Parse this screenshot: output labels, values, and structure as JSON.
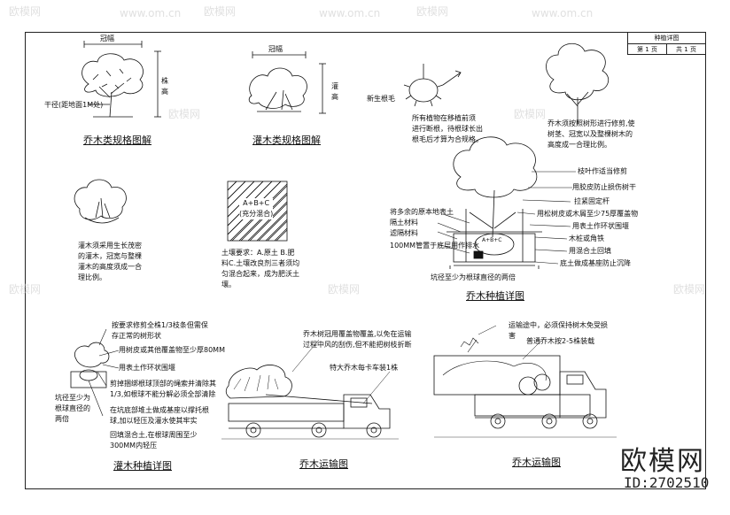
{
  "title_block": {
    "sheet_name": "种植详图",
    "page_no": "第 1 页",
    "page_total": "共 1 页"
  },
  "watermarks": [
    "欧模网",
    "www.om.cn"
  ],
  "brand": {
    "name": "欧模网",
    "id": "ID:2702510"
  },
  "tree_spec": {
    "title": "乔木类规格图解",
    "crown": "冠幅",
    "height": "株高",
    "trunk": "干径(距地面1M处)"
  },
  "shrub_spec": {
    "title": "灌木类规格图解",
    "crown": "冠幅",
    "height": "灌高"
  },
  "new_root": {
    "label": "新生根毛",
    "note": "所有植物在移植前须\n进行断根，待根球长出\n根毛后才算为合规格。"
  },
  "tree_trim_note": "乔木须按照树形进行修剪,使\n树茎、冠宽以及整棵树木的\n高度成一合理比例。",
  "shrub_trim_note": "灌木须采用生长茂密\n的灌木，冠宽与整棵\n灌木的高度须成一合\n理比例。",
  "soil": {
    "mix_label": "A+B+C\n(充分混合)",
    "note": "土壤要求：A.原土 B.肥\n料C.土壤改良剂三者须均\n匀混合起来，成为肥沃土\n壤。"
  },
  "tree_planting": {
    "title": "乔木种植详图",
    "right_labels": [
      "枝叶作适当修剪",
      "用胶皮防止损伤树干",
      "拉紧固定杆",
      "用松树皮或木屑至少75厚覆盖物",
      "用表土作环状围堰",
      "木桩或角铁",
      "用混合土回填",
      "底土做成基座防止沉降"
    ],
    "left_labels": [
      "将多余的原本地表土",
      "隔土材料",
      "滤隔材料",
      "100MM管置于底层用作排水"
    ],
    "bottom_label": "坑径至少为根球直径的两倍",
    "center_label": "A+B+C"
  },
  "shrub_planting": {
    "title": "灌木种植详图",
    "labels": [
      "按要求修剪全株1/3枝条但需保\n存正常的树形状",
      "用树皮或其他覆盖物至少厚80MM",
      "用表土作环状围堰",
      "剪掉捆绑根球顶部的绳索并清除其\n1/3,如根球不能分解必须全部清除",
      "在坑底部堆土做成基座以撑托根\n球,加以轻压及灌水使其牢实",
      "回填混合土,在根球周围至少\n300MM内轻压"
    ],
    "pit_note": "坑径至少为\n根球直径的\n两倍"
  },
  "tree_transport": {
    "title": "乔木运输图",
    "note1": "乔木树冠用覆盖物覆盖,以免在运输\n过程中风的刮伤,但不能把树枝折断",
    "note2": "特大乔木每卡车装1株"
  },
  "tree_transport2": {
    "title": "乔木运输图",
    "note1": "运输途中，必须保持树木免受损\n害",
    "note2": "普通乔木按2-5株装载"
  }
}
